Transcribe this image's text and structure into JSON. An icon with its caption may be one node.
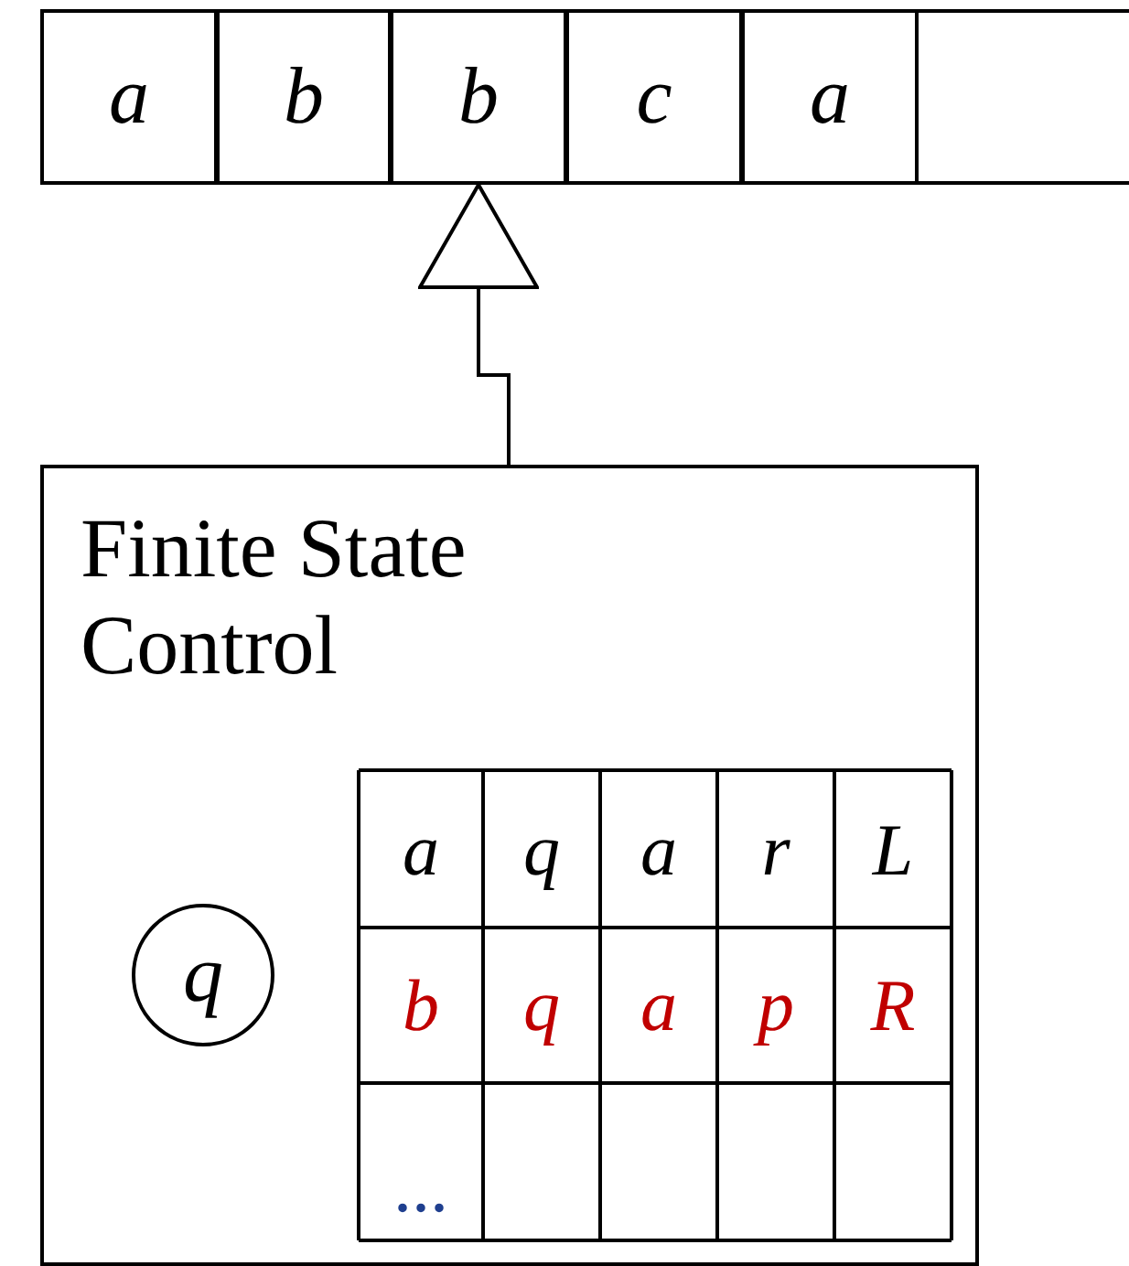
{
  "diagram": {
    "nodes": [
      {
        "text": [
          "a"
        ]
      },
      {
        "text": [
          "b"
        ]
      },
      {
        "text": [
          "b"
        ]
      },
      {
        "text": [
          "c"
        ]
      },
      {
        "text": [
          "a"
        ]
      },
      {
        "text": [],
        "shape": "box"
      },
      {
        "text": [
          "Finite State Control"
        ]
      },
      {
        "text": [
          "q"
        ],
        "in": 6
      }
    ],
    "edges": [
      {
        "from": 6,
        "to": 2,
        "arrow": "to"
      }
    ],
    "labels": [
      "a",
      "q",
      "a",
      "r",
      "L",
      "b",
      "q",
      "a",
      "p",
      "R",
      "..."
    ]
  }
}
